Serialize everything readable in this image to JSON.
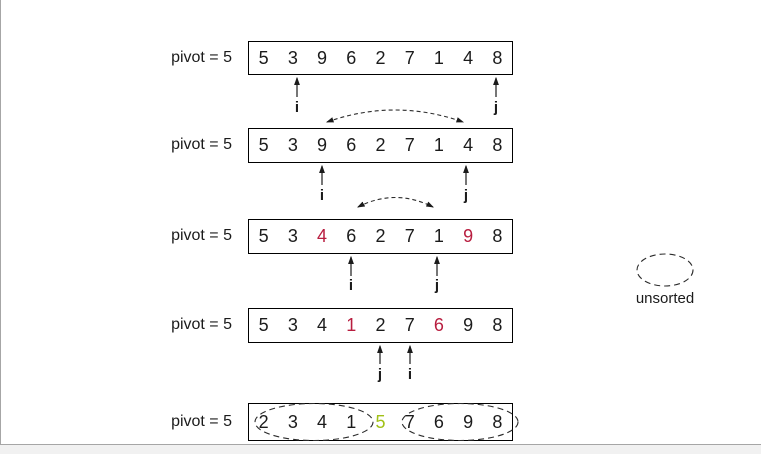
{
  "palette": {
    "ink": "#1b1b1b",
    "red": "#b81d3f",
    "green": "#a1c117",
    "box_border": "#000000",
    "dash": "#2b2b2b",
    "edge_line": "#a6a6a6",
    "bottom_strip": "#f1f1f1"
  },
  "legend": {
    "label": "unsorted"
  },
  "rows": [
    {
      "pivot_label": "pivot = 5",
      "cells": [
        {
          "v": "5",
          "c": "ink"
        },
        {
          "v": "3",
          "c": "ink"
        },
        {
          "v": "9",
          "c": "ink"
        },
        {
          "v": "6",
          "c": "ink"
        },
        {
          "v": "2",
          "c": "ink"
        },
        {
          "v": "7",
          "c": "ink"
        },
        {
          "v": "1",
          "c": "ink"
        },
        {
          "v": "4",
          "c": "ink"
        },
        {
          "v": "8",
          "c": "ink"
        }
      ],
      "pointers": [
        {
          "label": "i",
          "cell_index": 1
        },
        {
          "label": "j",
          "cell_index": 8
        }
      ]
    },
    {
      "pivot_label": "pivot = 5",
      "cells": [
        {
          "v": "5",
          "c": "ink"
        },
        {
          "v": "3",
          "c": "ink"
        },
        {
          "v": "9",
          "c": "ink"
        },
        {
          "v": "6",
          "c": "ink"
        },
        {
          "v": "2",
          "c": "ink"
        },
        {
          "v": "7",
          "c": "ink"
        },
        {
          "v": "1",
          "c": "ink"
        },
        {
          "v": "4",
          "c": "ink"
        },
        {
          "v": "8",
          "c": "ink"
        }
      ],
      "pointers": [
        {
          "label": "i",
          "cell_index": 2
        },
        {
          "label": "j",
          "cell_index": 7
        }
      ],
      "swap_arc": {
        "from_index": 2,
        "to_index": 7
      }
    },
    {
      "pivot_label": "pivot = 5",
      "cells": [
        {
          "v": "5",
          "c": "ink"
        },
        {
          "v": "3",
          "c": "ink"
        },
        {
          "v": "4",
          "c": "red"
        },
        {
          "v": "6",
          "c": "ink"
        },
        {
          "v": "2",
          "c": "ink"
        },
        {
          "v": "7",
          "c": "ink"
        },
        {
          "v": "1",
          "c": "ink"
        },
        {
          "v": "9",
          "c": "red"
        },
        {
          "v": "8",
          "c": "ink"
        }
      ],
      "pointers": [
        {
          "label": "i",
          "cell_index": 3
        },
        {
          "label": "j",
          "cell_index": 6
        }
      ],
      "swap_arc": {
        "from_index": 3,
        "to_index": 6
      }
    },
    {
      "pivot_label": "pivot = 5",
      "cells": [
        {
          "v": "5",
          "c": "ink"
        },
        {
          "v": "3",
          "c": "ink"
        },
        {
          "v": "4",
          "c": "ink"
        },
        {
          "v": "1",
          "c": "red"
        },
        {
          "v": "2",
          "c": "ink"
        },
        {
          "v": "7",
          "c": "ink"
        },
        {
          "v": "6",
          "c": "red"
        },
        {
          "v": "9",
          "c": "ink"
        },
        {
          "v": "8",
          "c": "ink"
        }
      ],
      "pointers": [
        {
          "label": "j",
          "cell_index": 4
        },
        {
          "label": "i",
          "cell_index": 5
        }
      ]
    },
    {
      "pivot_label": "pivot = 5",
      "cells": [
        {
          "v": "2",
          "c": "ink"
        },
        {
          "v": "3",
          "c": "ink"
        },
        {
          "v": "4",
          "c": "ink"
        },
        {
          "v": "1",
          "c": "ink"
        },
        {
          "v": "5",
          "c": "green"
        },
        {
          "v": "7",
          "c": "ink"
        },
        {
          "v": "6",
          "c": "ink"
        },
        {
          "v": "9",
          "c": "ink"
        },
        {
          "v": "8",
          "c": "ink"
        }
      ],
      "circled_groups": [
        {
          "from_index": 0,
          "to_index": 3
        },
        {
          "from_index": 5,
          "to_index": 8
        }
      ]
    }
  ]
}
